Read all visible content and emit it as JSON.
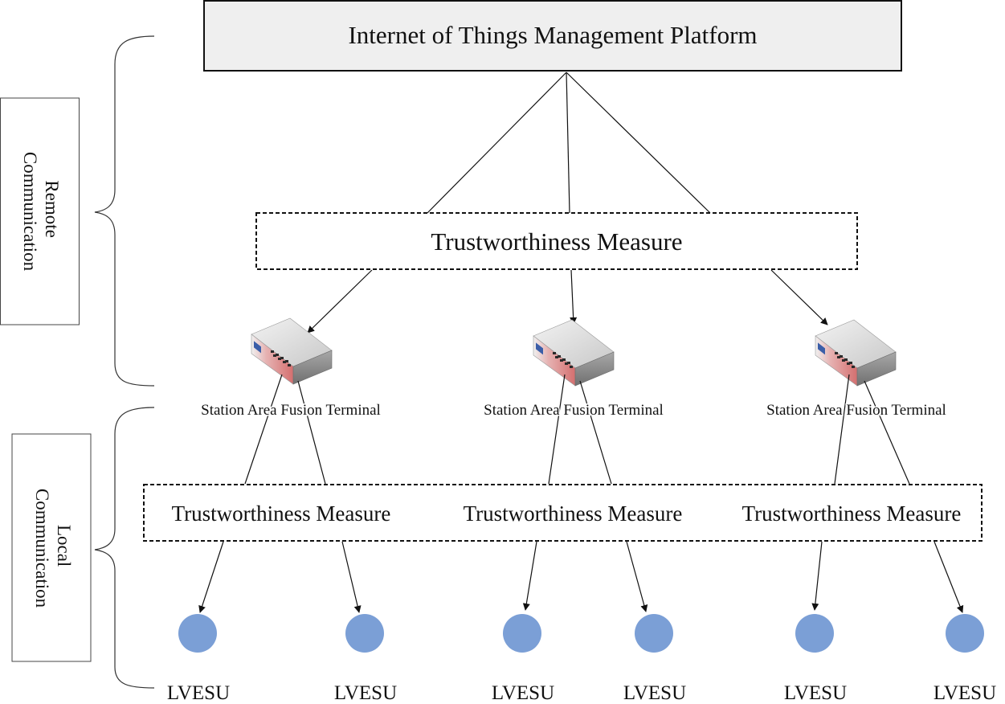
{
  "platform": {
    "label": "Internet of Things  Management Platform"
  },
  "top_measure": {
    "label": "Trustworthiness  Measure"
  },
  "sections": {
    "remote": {
      "line1": "Remote",
      "line2": "Communication"
    },
    "local": {
      "line1": "Local",
      "line2": "Communication"
    }
  },
  "terminals": [
    {
      "label": "Station Area Fusion Terminal"
    },
    {
      "label": "Station Area Fusion Terminal"
    },
    {
      "label": "Station Area Fusion Terminal"
    }
  ],
  "local_measures": [
    {
      "label": "Trustworthiness Measure"
    },
    {
      "label": "Trustworthiness Measure"
    },
    {
      "label": "Trustworthiness Measure"
    }
  ],
  "devices": [
    {
      "label": "LVESU"
    },
    {
      "label": "LVESU"
    },
    {
      "label": "LVESU"
    },
    {
      "label": "LVESU"
    },
    {
      "label": "LVESU"
    },
    {
      "label": "LVESU"
    }
  ],
  "colors": {
    "platform_fill": "#efefef",
    "node_fill": "#7b9fd6",
    "switch_top": "#dcdcdc",
    "switch_front": "#d97a7a",
    "line": "#111111"
  }
}
